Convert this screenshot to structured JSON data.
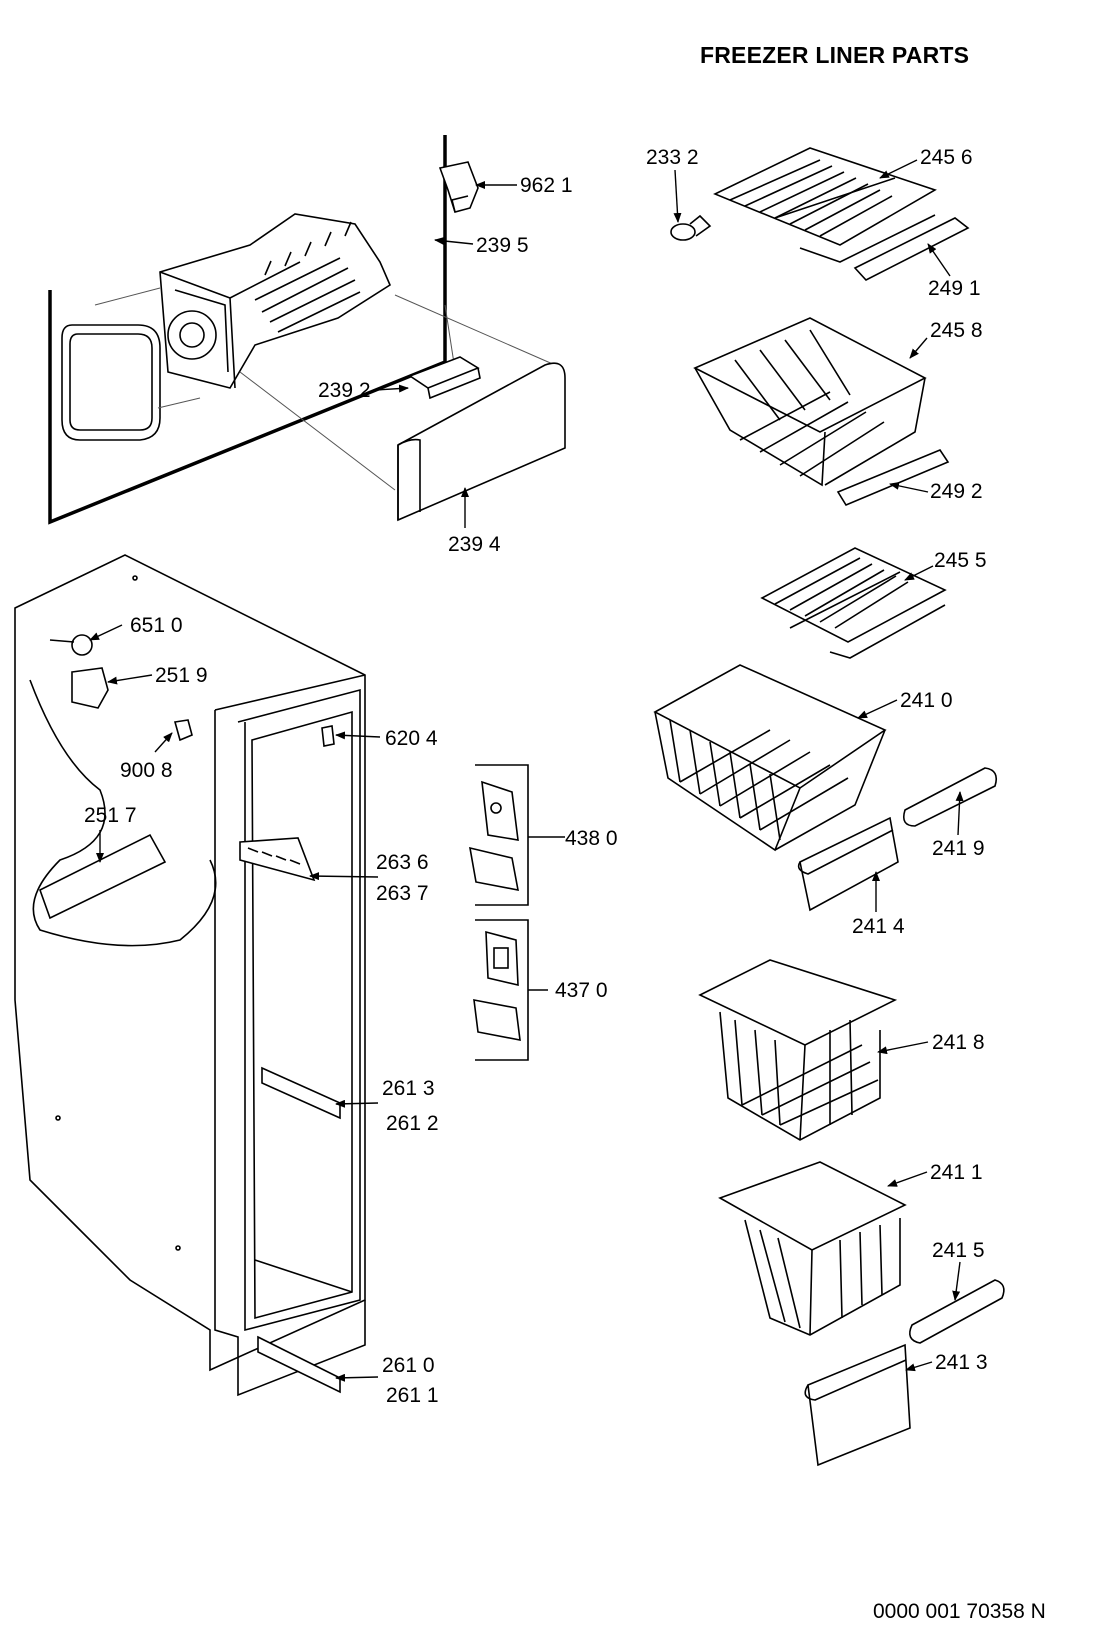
{
  "title": "FREEZER LINER PARTS",
  "document_number": "0000 001 70358 N",
  "labels": {
    "p9621": "962 1",
    "p2395": "239 5",
    "p2392": "239 2",
    "p2394": "239 4",
    "p2332": "233 2",
    "p2456": "245 6",
    "p2491": "249 1",
    "p2458": "245 8",
    "p2492": "249 2",
    "p2455": "245 5",
    "p6510": "651 0",
    "p2519": "251 9",
    "p9008": "900 8",
    "p2517": "251 7",
    "p6204": "620 4",
    "p4380": "438 0",
    "p2636": "263 6",
    "p2637": "263 7",
    "p4370": "437 0",
    "p2613": "261 3",
    "p2612": "261 2",
    "p2610": "261 0",
    "p2611": "261 1",
    "p2410": "241 0",
    "p2419": "241 9",
    "p2414": "241 4",
    "p2418": "241 8",
    "p2411": "241 1",
    "p2415": "241 5",
    "p2413": "241 3"
  }
}
